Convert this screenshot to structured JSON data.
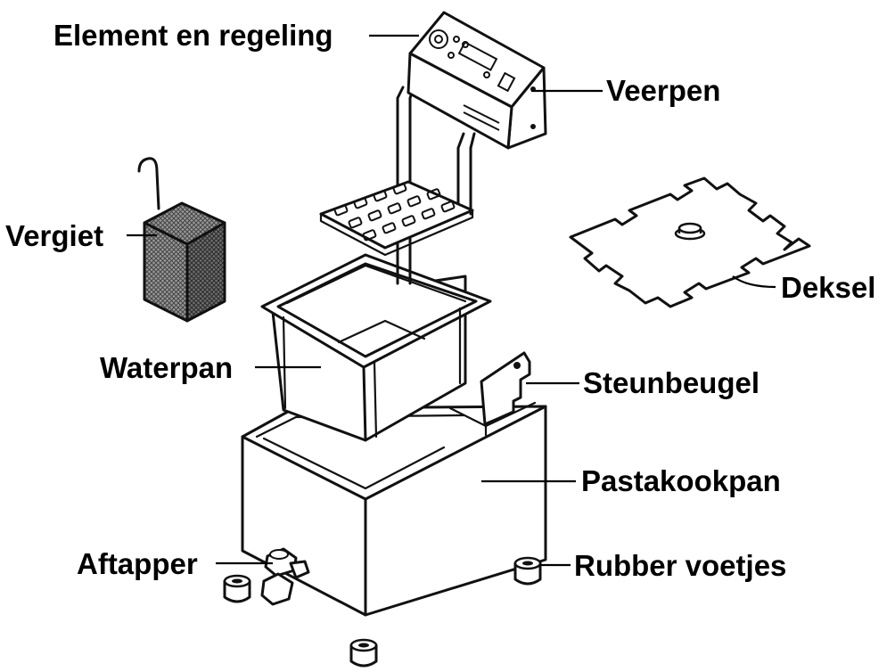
{
  "labels": {
    "element": "Element en regeling",
    "veerpen": "Veerpen",
    "vergiet": "Vergiet",
    "deksel": "Deksel",
    "waterpan": "Waterpan",
    "steunbeugel": "Steunbeugel",
    "pastakookpan": "Pastakookpan",
    "aftapper": "Aftapper",
    "voetjes": "Rubber voetjes"
  }
}
